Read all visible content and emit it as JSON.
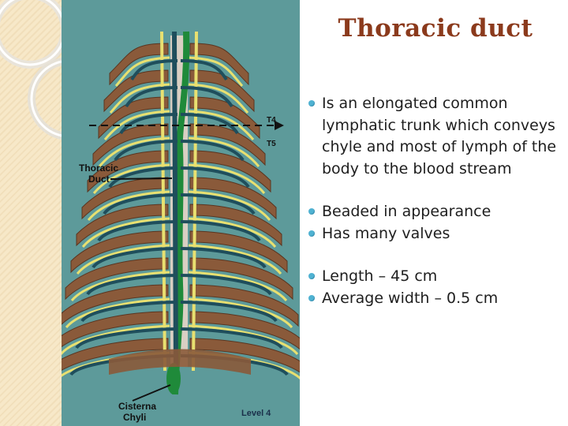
{
  "slide": {
    "title": "Thoracic duct",
    "bullets": [
      "Is an elongated common lymphatic trunk which conveys chyle and most of lymph of the body to the blood stream",
      "Beaded in appearance",
      "Has many valves",
      "Length – 45 cm",
      "Average width – 0.5 cm"
    ]
  },
  "illustration": {
    "labels": {
      "t4": "T4",
      "t5": "T5",
      "thoracic_duct_line1": "Thoracic",
      "thoracic_duct_line2": "Duct",
      "cisterna_chyli_line1": "Cisterna",
      "cisterna_chyli_line2": "Chyli",
      "level": "Level 4"
    }
  },
  "colors": {
    "title": "#8b3a1c",
    "bullet": "#4fb2d2",
    "background_panel": "#5d9a9a",
    "duct": "#1f8a3a",
    "muscle": "#8a5a3a",
    "nerve": "#e8e070"
  }
}
